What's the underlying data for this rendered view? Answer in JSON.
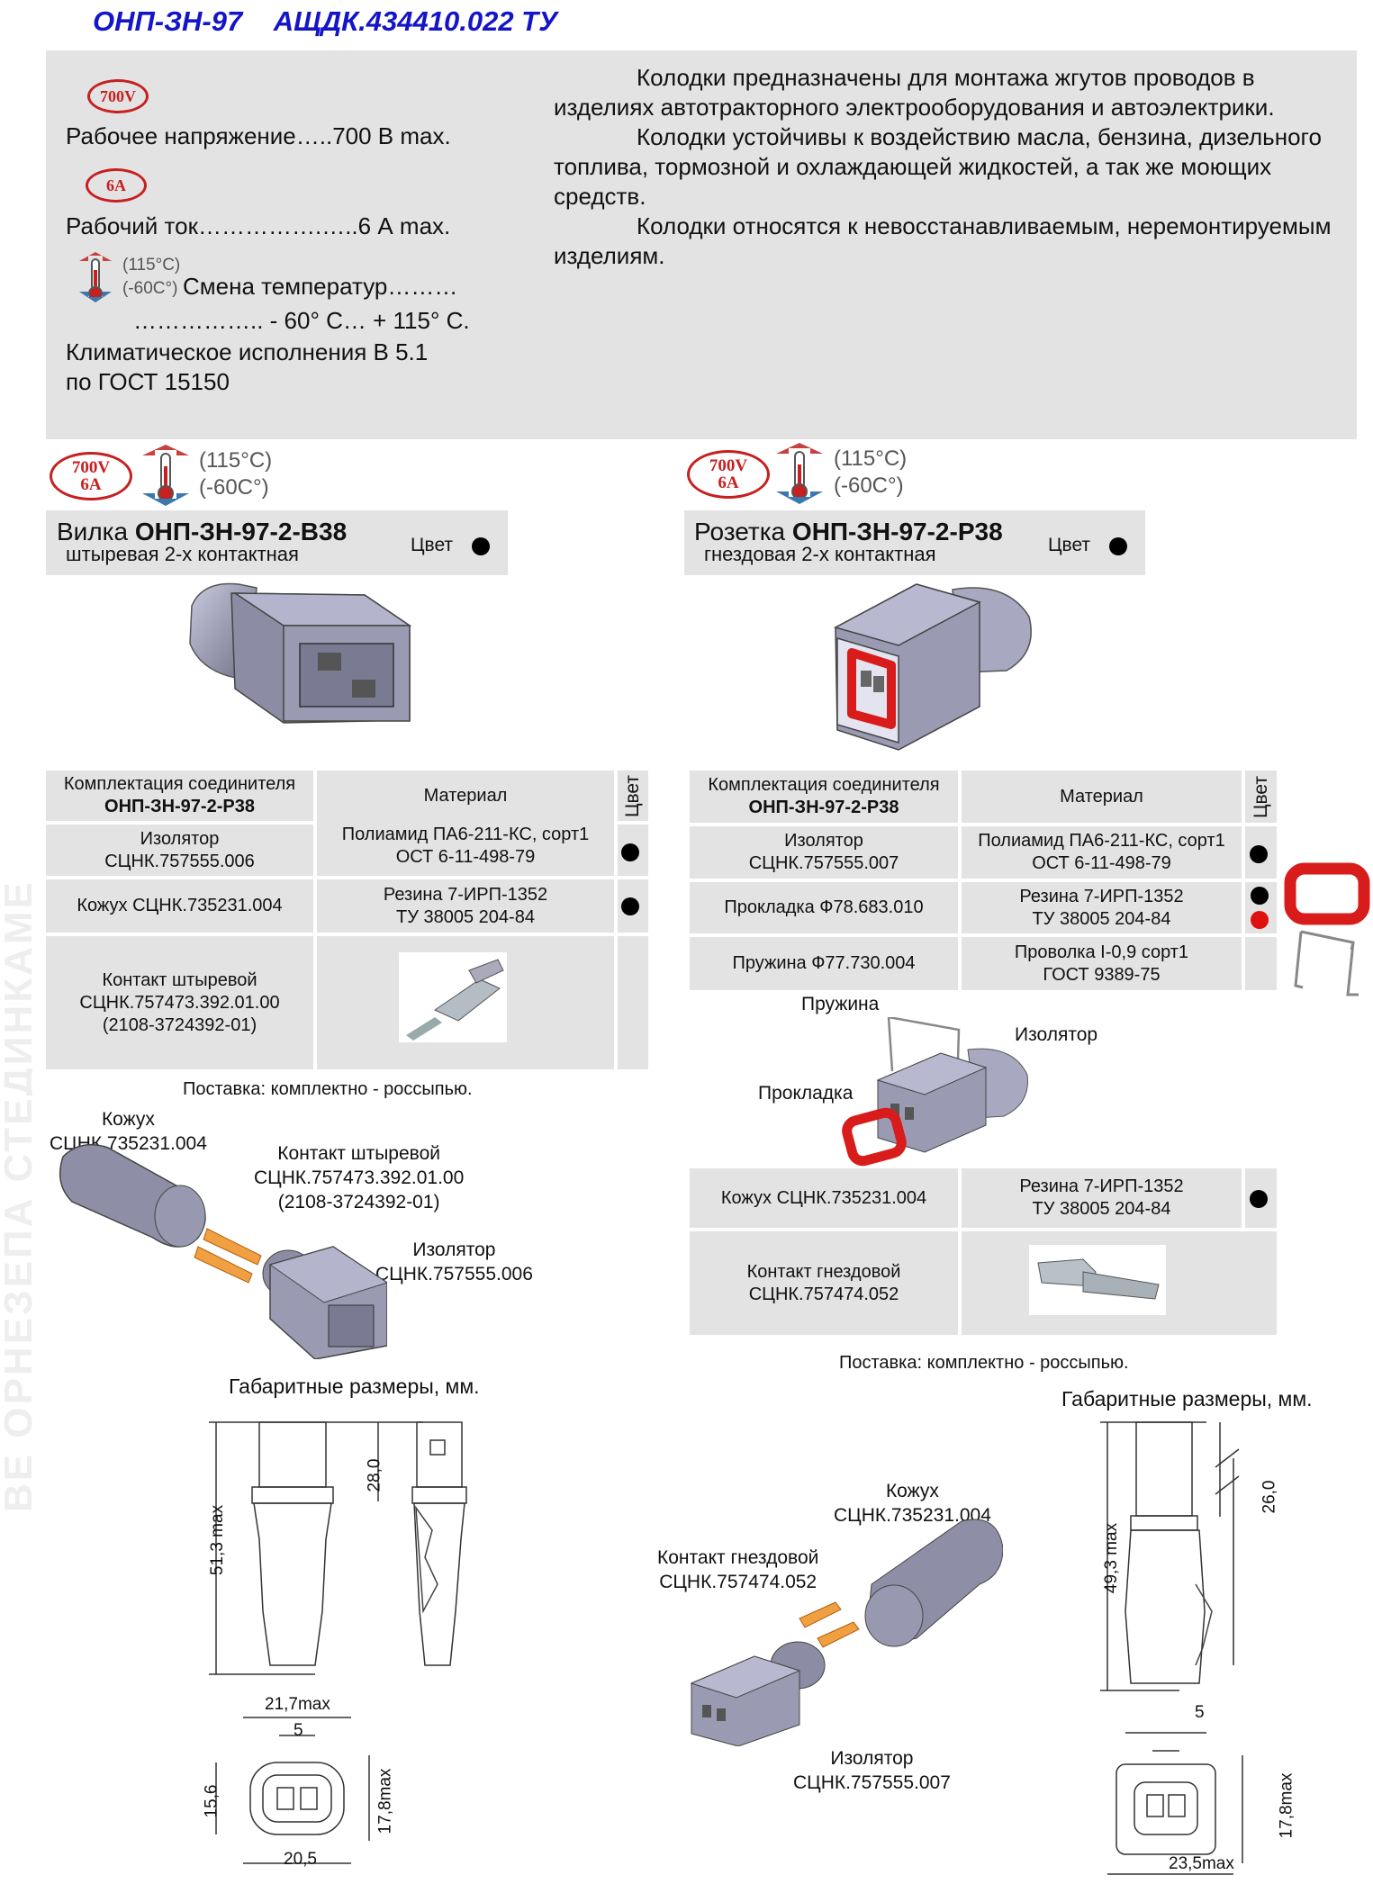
{
  "header": {
    "model": "ОНП-ЗН-97",
    "spec": "АЩДК.434410.022 ТУ"
  },
  "specs": {
    "voltage_badge": "700V",
    "voltage": "Рабочее напряжение…..700 В max.",
    "current_badge": "6A",
    "current": "Рабочий ток…………….…..6 А max.",
    "temp_hi": "(115°C)",
    "temp_lo": "(-60C°)",
    "temp_line1": "Смена температур………",
    "temp_line2": "…………….. - 60° C… + 115° C.",
    "climate1": "Климатическое исполнения В 5.1",
    "climate2": "по ГОСТ 15150"
  },
  "description": {
    "p1": "Колодки предназначены для монтажа жгутов проводов в изделиях автотракторного электрооборудования и автоэлектрики.",
    "p2": "Колодки устойчивы к воздействию масла, бензина, дизельного топлива, тормозной и охлаждающей жидкостей, а так же моющих средств.",
    "p3": "Колодки относятся к невосстанавливаемым, неремонтируемым изделиям."
  },
  "badges": {
    "v": "700V",
    "a": "6A",
    "hi": "(115°C)",
    "lo": "(-60C°)"
  },
  "left": {
    "title_prefix": "Вилка ",
    "title_bold": "ОНП-ЗН-97-2-В38",
    "subtitle": "штыревая 2-х контактная",
    "color_label": "Цвет",
    "table": {
      "col1": "Комплектация соединителя",
      "col1b": "ОНП-ЗН-97-2-Р38",
      "col2": "Материал",
      "col3": "Цвет",
      "rows": [
        {
          "name": "Изолятор\nСЦНК.757555.006",
          "material": "Полиамид ПА6-211-КС, сорт1\nОСТ 6-11-498-79"
        },
        {
          "name": "Кожух СЦНК.735231.004",
          "material": "Резина 7-ИРП-1352\nТУ 38005 204-84"
        },
        {
          "name": "Контакт штыревой\nСЦНК.757473.392.01.00\n(2108-3724392-01)",
          "material": ""
        }
      ]
    },
    "supply": "Поставка: комплектно - россыпью.",
    "parts": {
      "cover": "Кожух\nСЦНК.735231.004",
      "contact": "Контакт штыревой\nСЦНК.757473.392.01.00\n(2108-3724392-01)",
      "insulator": "Изолятор\nСЦНК.757555.006"
    },
    "dims_title": "Габаритные размеры, мм.",
    "dims": {
      "h": "51,3 max",
      "h2": "28,0",
      "w": "21,7max",
      "w5": "5",
      "hb": "15,6",
      "hm": "17,8max",
      "wb": "20,5"
    }
  },
  "right": {
    "title_prefix": "Розетка ",
    "title_bold": "ОНП-ЗН-97-2-Р38",
    "subtitle": "гнездовая 2-х контактная",
    "color_label": "Цвет",
    "table": {
      "col1": "Комплектация соединителя",
      "col1b": "ОНП-ЗН-97-2-Р38",
      "col2": "Материал",
      "col3": "Цвет",
      "rows": [
        {
          "name": "Изолятор\nСЦНК.757555.007",
          "material": "Полиамид ПА6-211-КС, сорт1\nОСТ 6-11-498-79"
        },
        {
          "name": "Прокладка Ф78.683.010",
          "material": "Резина 7-ИРП-1352\nТУ 38005 204-84"
        },
        {
          "name": "Пружина Ф77.730.004",
          "material": "Проволка I-0,9 сорт1\nГОСТ 9389-75"
        }
      ],
      "rows2": [
        {
          "name": "Кожух СЦНК.735231.004",
          "material": "Резина 7-ИРП-1352\nТУ 38005 204-84"
        },
        {
          "name": "Контакт гнездовой\nСЦНК.757474.052",
          "material": ""
        }
      ]
    },
    "labels": {
      "spring": "Пружина",
      "insulator": "Изолятор",
      "gasket": "Прокладка"
    },
    "supply": "Поставка: комплектно - россыпью.",
    "parts": {
      "cover": "Кожух\nСЦНК.735231.004",
      "contact": "Контакт гнездовой\nСЦНК.757474.052",
      "insulator": "Изолятор\nСЦНК.757555.007"
    },
    "dims_title": "Габаритные размеры, мм.",
    "dims": {
      "h": "49,3 max",
      "h2": "26,0",
      "w5": "5",
      "hm": "17,8max",
      "wb": "23,5max"
    }
  },
  "colors": {
    "header": "#1414c8",
    "badge": "#c62020",
    "gray": "#e3e3e3",
    "red_dot": "#e01010"
  }
}
